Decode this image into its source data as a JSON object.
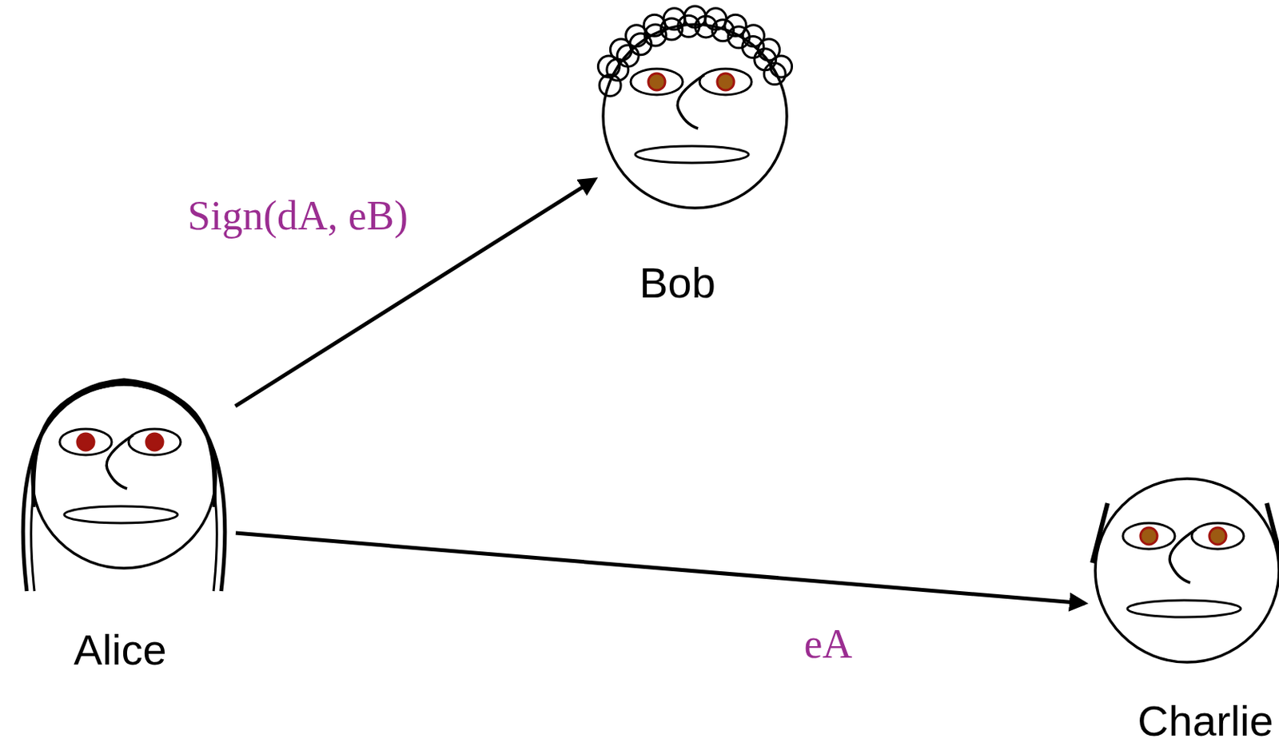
{
  "diagram": {
    "nodes": [
      {
        "text": [
          "Alice"
        ]
      },
      {
        "text": [
          "Bob"
        ]
      },
      {
        "text": [
          "Charlie"
        ]
      }
    ],
    "edges": [
      {
        "from": 0,
        "to": 1,
        "arrow": "to",
        "label": "Sign(dA, eB)"
      },
      {
        "from": 0,
        "to": 2,
        "arrow": "to",
        "label": "eA"
      }
    ]
  }
}
